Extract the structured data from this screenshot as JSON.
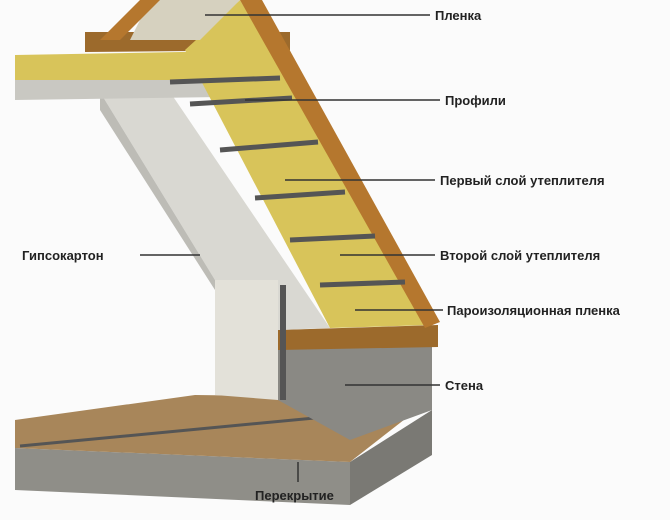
{
  "labels": {
    "film": "Пленка",
    "profiles": "Профили",
    "first_insulation": "Первый слой утеплителя",
    "second_insulation": "Второй слой утеплителя",
    "vapor_barrier": "Пароизоляционная пленка",
    "wall": "Стена",
    "floor_slab": "Перекрытие",
    "drywall": "Гипсокартон"
  },
  "colors": {
    "wood": "#b5772e",
    "insulation": "#d8c45a",
    "drywall": "#d9d8d2",
    "concrete": "#8f8e88",
    "floor": "#a8865a"
  }
}
